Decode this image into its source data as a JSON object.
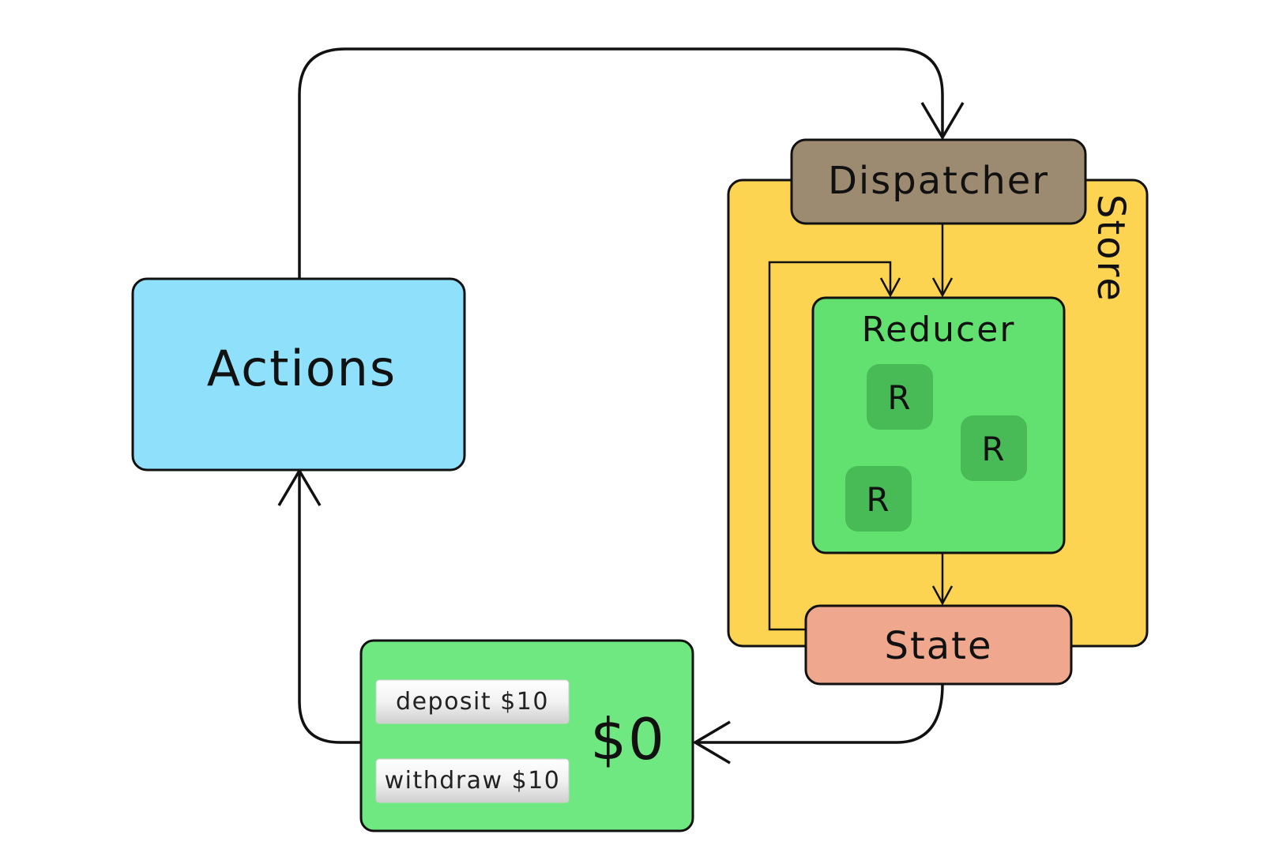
{
  "nodes": {
    "actions": {
      "label": "Actions",
      "color": "#8fe1fb"
    },
    "store": {
      "label": "Store",
      "color": "#fdd452"
    },
    "dispatcher": {
      "label": "Dispatcher",
      "color": "#9d8b71"
    },
    "reducer": {
      "label": "Reducer",
      "color": "#62e070"
    },
    "sub_reducers": [
      {
        "label": "R"
      },
      {
        "label": "R"
      },
      {
        "label": "R"
      }
    ],
    "sub_reducer_color": "#48bb57",
    "state": {
      "label": "State",
      "color": "#efa88d"
    },
    "view": {
      "color": "#6fe882",
      "balance": "$0",
      "buttons": [
        {
          "label": "deposit $10"
        },
        {
          "label": "withdraw $10"
        }
      ]
    }
  },
  "edges": [
    {
      "from": "actions",
      "to": "dispatcher"
    },
    {
      "from": "dispatcher",
      "to": "reducer"
    },
    {
      "from": "state",
      "to": "reducer"
    },
    {
      "from": "reducer",
      "to": "state"
    },
    {
      "from": "state",
      "to": "view"
    },
    {
      "from": "view",
      "to": "actions"
    }
  ]
}
